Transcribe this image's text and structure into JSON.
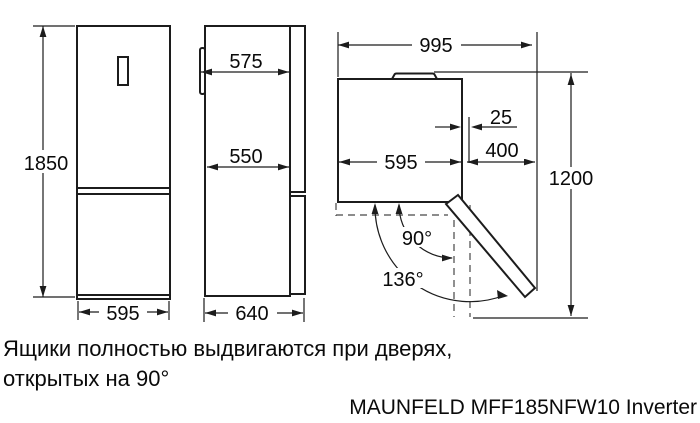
{
  "dims": {
    "front_height": "1850",
    "front_width": "595",
    "side_depth_with_handle": "575",
    "side_depth_body": "550",
    "side_depth_total": "640",
    "top_total_width": "995",
    "top_side_gap": "25",
    "top_body_width": "595",
    "top_door_open_width": "400",
    "top_total_depth": "1200",
    "door_angle_90": "90°",
    "door_angle_136": "136°"
  },
  "note": {
    "line1": "Ящики полностью выдвигаются при дверях,",
    "line2": "открытых на 90°"
  },
  "model_label": "MAUNFELD MFF185NFW10 Inverter",
  "colors": {
    "line": "#1c1c1c",
    "text": "#0a0a0a",
    "background": "#ffffff"
  }
}
